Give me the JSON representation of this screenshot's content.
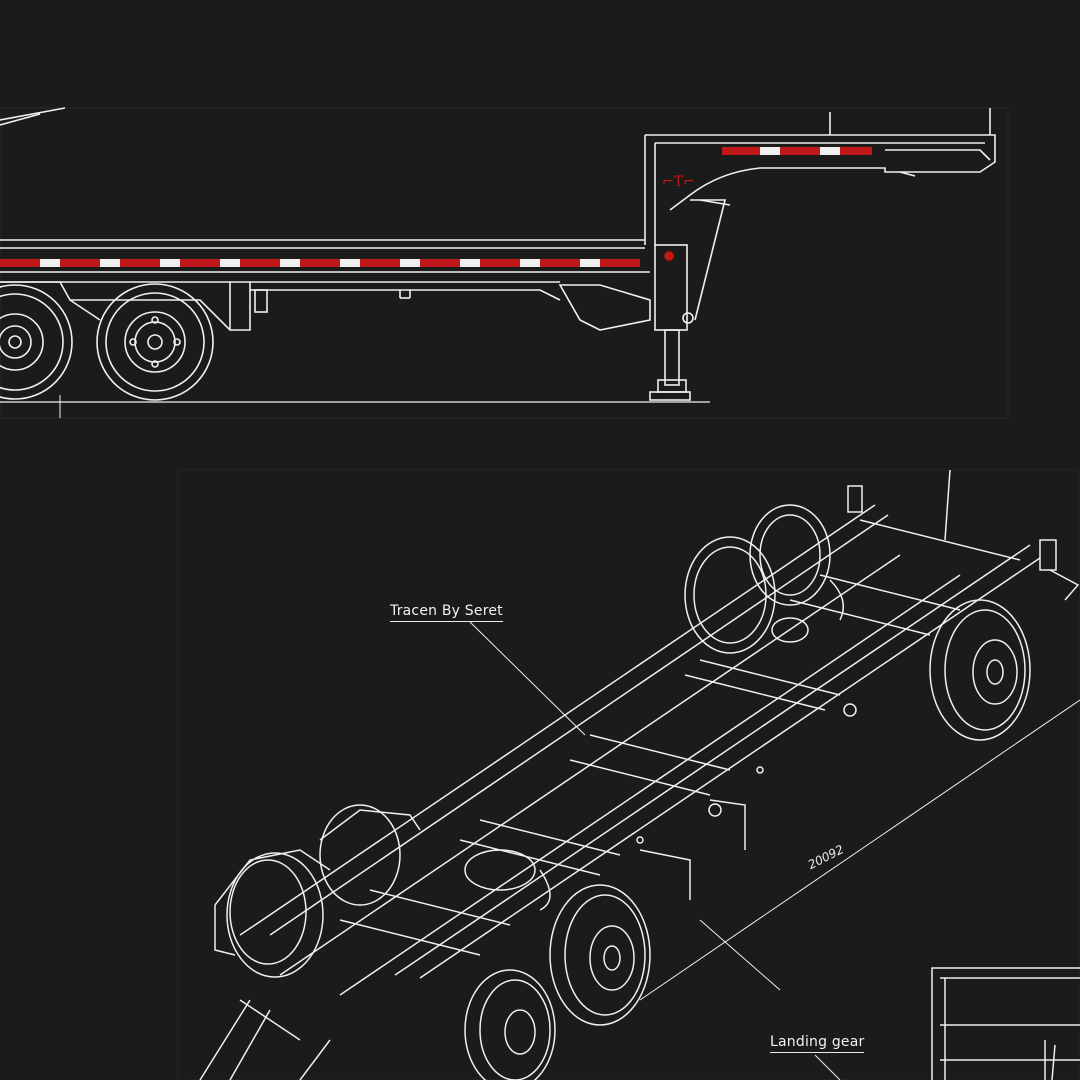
{
  "labels": {
    "callout_top": "Tracen By Seret",
    "callout_bottom": "Landing gear",
    "dimension": "20092"
  },
  "colors": {
    "background": "#1b1b1b",
    "line": "#f0f0f0",
    "reflector_red": "#c01818"
  }
}
